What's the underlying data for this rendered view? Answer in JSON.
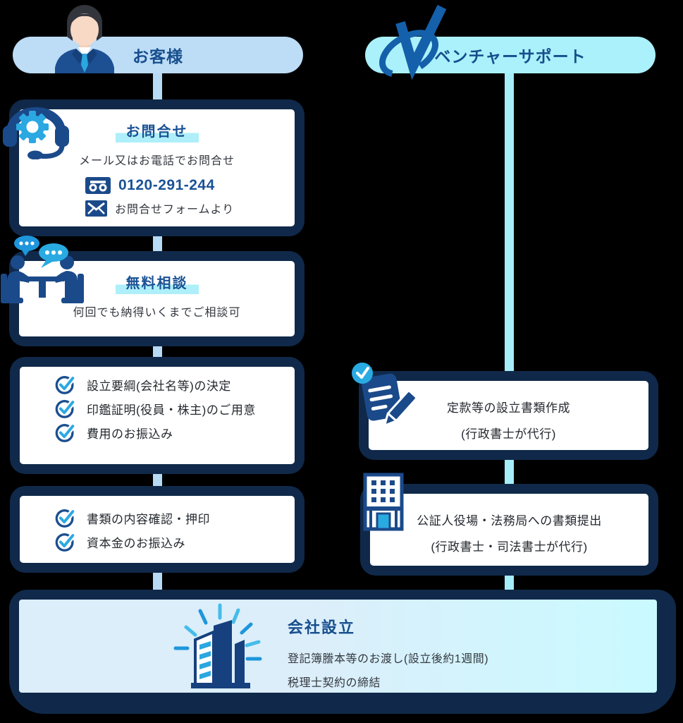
{
  "columns": {
    "customer": {
      "label": "お客様"
    },
    "support": {
      "label": "ベンチャーサポート"
    }
  },
  "steps": {
    "inquiry": {
      "title": "お問合せ",
      "description": "メール又はお電話でお問合せ",
      "phone": "0120-291-244",
      "form_note": "お問合せフォームより"
    },
    "consultation": {
      "title": "無料相談",
      "description": "何回でも納得いくまでご相談可"
    },
    "preparation": {
      "items": [
        "設立要綱(会社名等)の決定",
        "印鑑証明(役員・株主)のご用意",
        "費用のお振込み"
      ]
    },
    "confirmation": {
      "items": [
        "書類の内容確認・押印",
        "資本金のお振込み"
      ]
    },
    "document_creation": {
      "line1": "定款等の設立書類作成",
      "line2": "(行政書士が代行)"
    },
    "submission": {
      "line1": "公証人役場・法務局への書類提出",
      "line2": "(行政書士・司法書士が代行)"
    }
  },
  "footer": {
    "title": "会社設立",
    "lines": [
      "登記簿謄本等のお渡し(設立後約1週間)",
      "税理士契約の締結"
    ]
  },
  "colors": {
    "background": "#000000",
    "panel_navy": "#10294A",
    "customer_accent": "#BDDCF6",
    "support_accent": "#AAF1FB",
    "connector_customer": "#B7DAF5",
    "connector_support": "#A4EDF9",
    "heading_blue": "#1A5295",
    "highlight_cyan": "#AEEFF9",
    "icon_navy": "#1B4A8A",
    "icon_cyan": "#2BA7E1",
    "body_text": "#33383F"
  }
}
